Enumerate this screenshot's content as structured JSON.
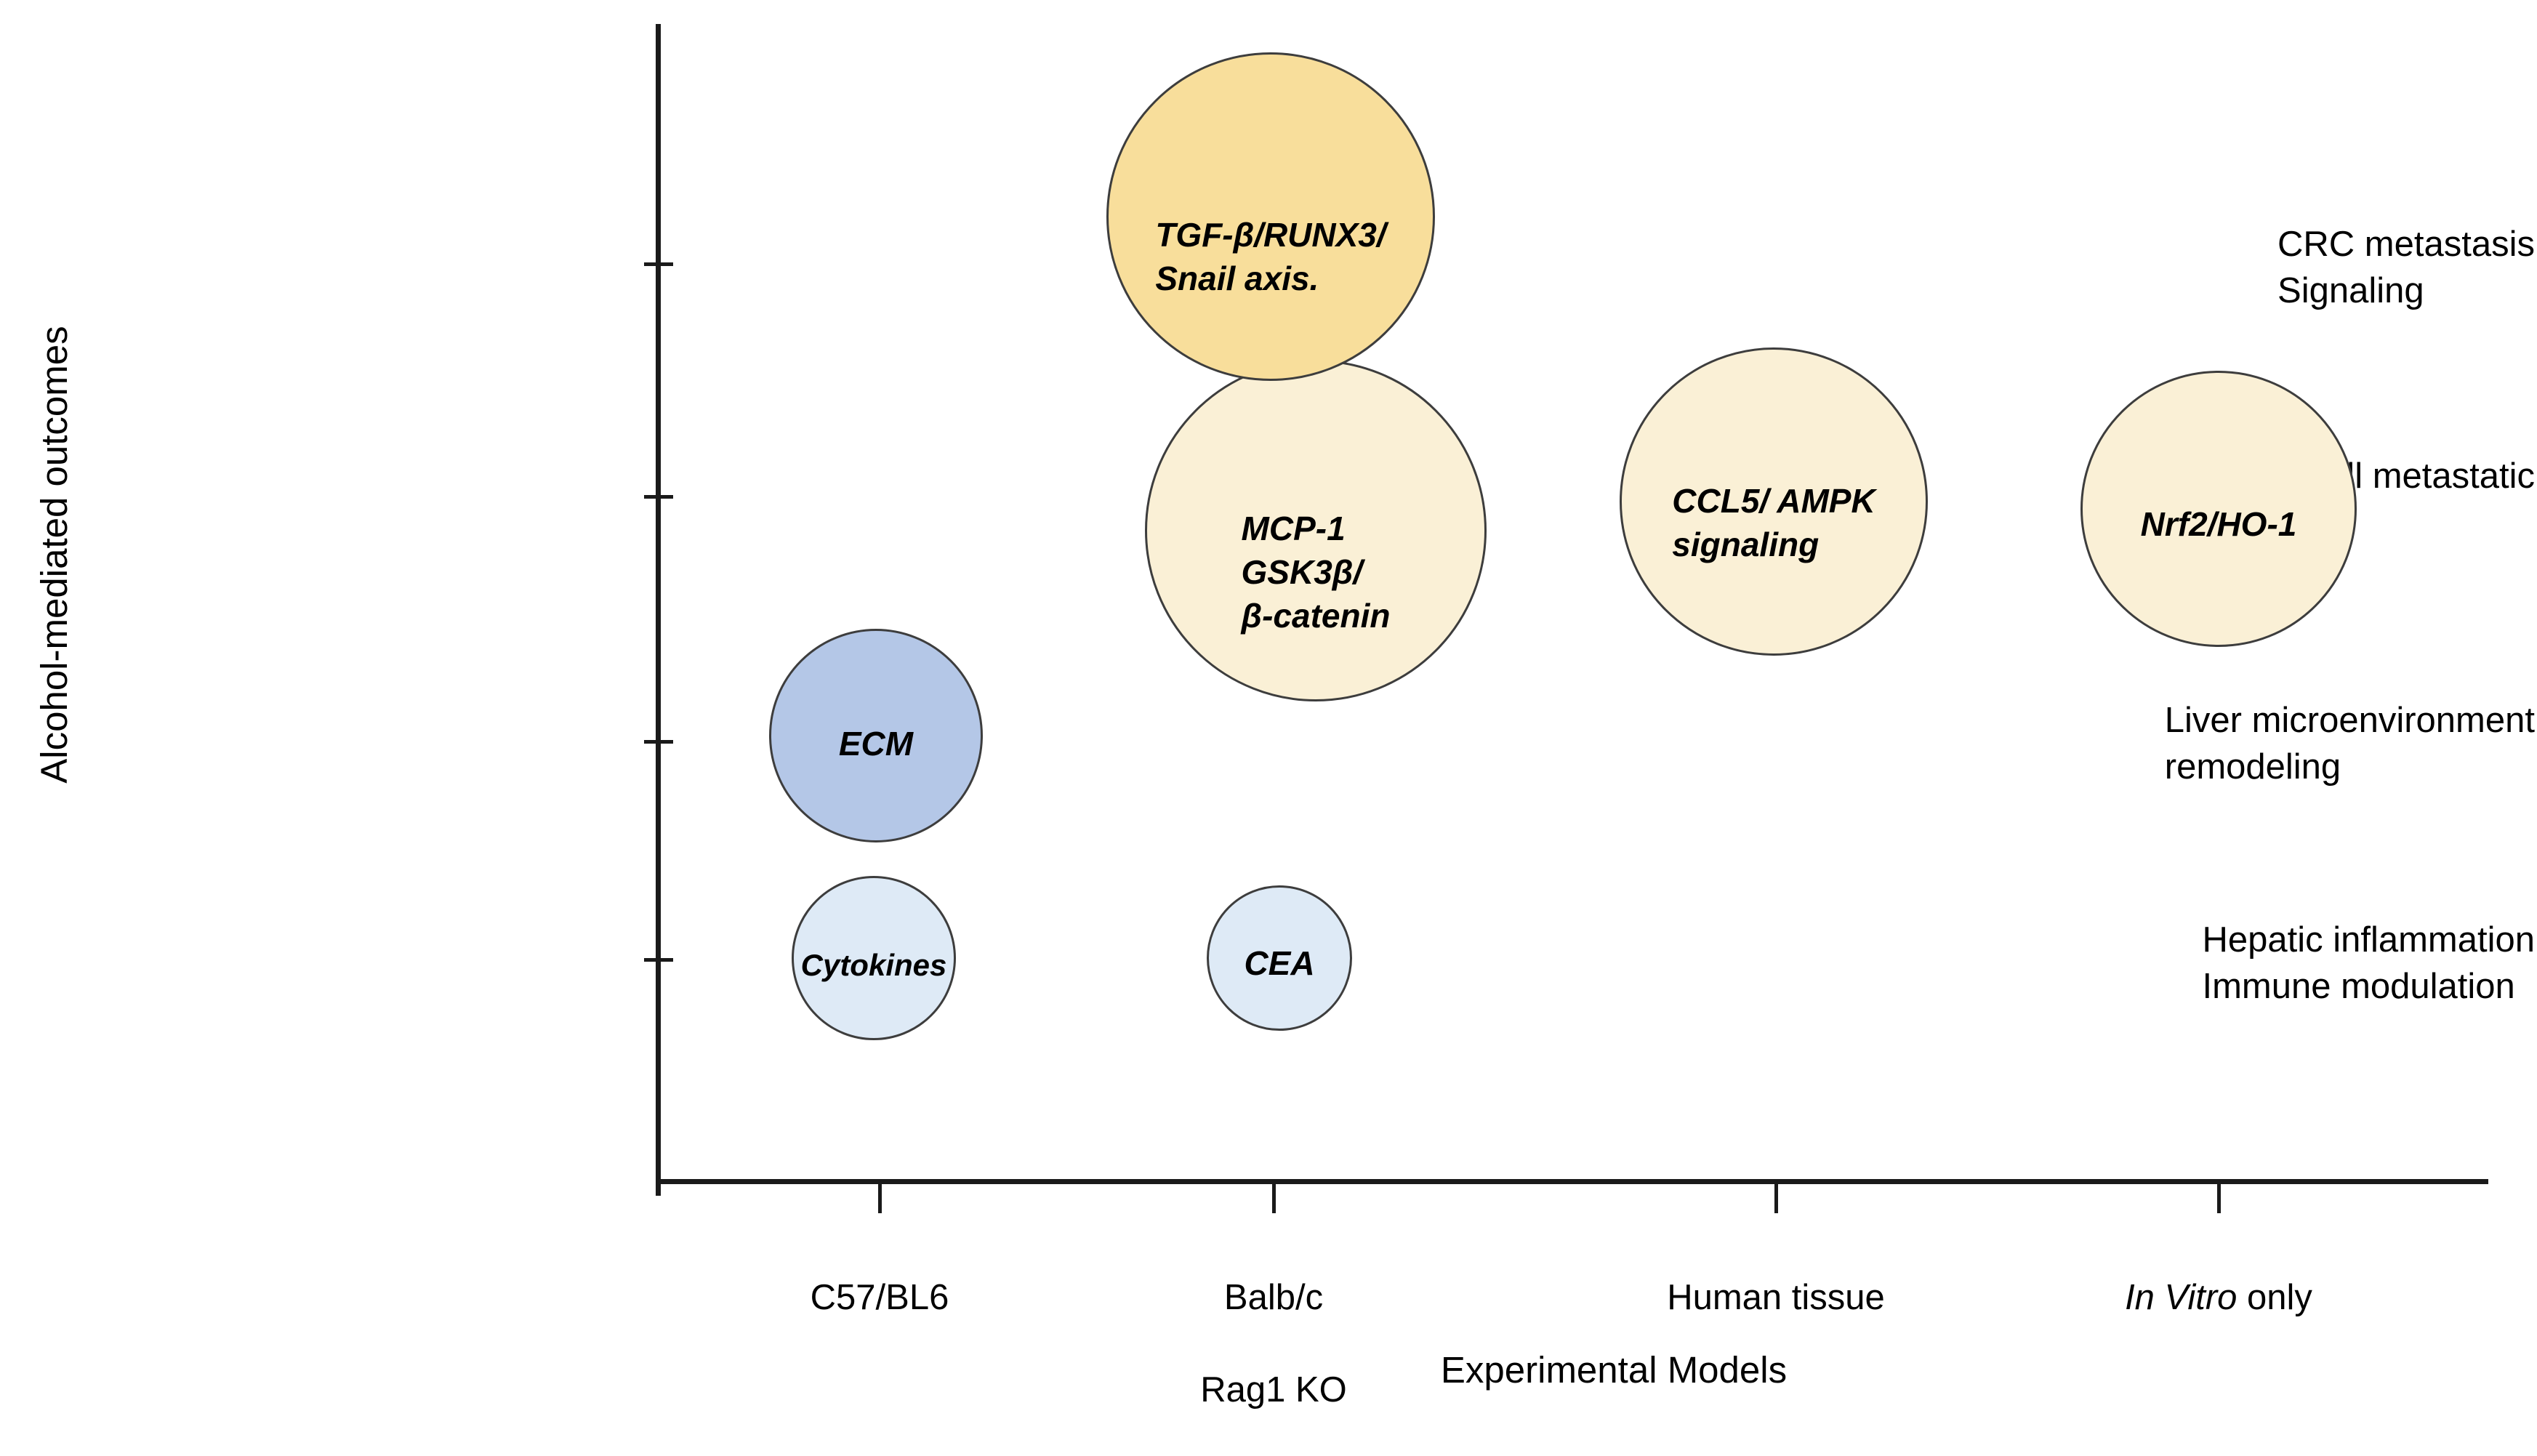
{
  "chart_data": {
    "type": "scatter",
    "title": "",
    "xlabel": "Experimental Models",
    "ylabel": "Alcohol-mediated outcomes",
    "legend": "none",
    "grid": false,
    "x_categories": [
      "C57/BL6",
      "Balb/c\nRag1 KO",
      "Human tissue",
      "In Vitro only"
    ],
    "y_categories": [
      "Hepatic inflammation\nImmune modulation",
      "Liver microenvironment\nremodeling",
      "Tumor cell metastatic\nproperties",
      "CRC metastasis\nSignaling"
    ],
    "points": [
      {
        "label": "Cytokines",
        "x_category": "C57/BL6",
        "y_category": "Hepatic inflammation Immune modulation",
        "size": "small",
        "radius_px": 113,
        "color": "#DEEAF6"
      },
      {
        "label": "ECM",
        "x_category": "C57/BL6",
        "y_category": "Liver microenvironment remodeling",
        "size": "medium",
        "radius_px": 147,
        "color": "#B4C7E7"
      },
      {
        "label": "CEA",
        "x_category": "Balb/c Rag1 KO",
        "y_category": "Hepatic inflammation Immune modulation",
        "size": "small",
        "radius_px": 100,
        "color": "#DEEAF6"
      },
      {
        "label": "MCP-1\nGSK3β/\nβ-catenin",
        "x_category": "Balb/c Rag1 KO",
        "y_category": "Tumor cell metastatic properties",
        "size": "large",
        "radius_px": 235,
        "color": "#FAF0D6"
      },
      {
        "label": "TGF-β/RUNX3/\nSnail axis.",
        "x_category": "Balb/c Rag1 KO",
        "y_category": "CRC metastasis Signaling",
        "size": "large",
        "radius_px": 226,
        "color": "#F8DE9B"
      },
      {
        "label": "CCL5/ AMPK\nsignaling",
        "x_category": "Human tissue",
        "y_category": "Tumor cell metastatic properties",
        "size": "large",
        "radius_px": 212,
        "color": "#FAF0D6"
      },
      {
        "label": "Nrf2/HO-1",
        "x_category": "In Vitro only",
        "y_category": "Tumor cell metastatic properties",
        "size": "medium",
        "radius_px": 190,
        "color": "#FAF0D6"
      }
    ],
    "colors": {
      "bubble_stroke": "#3D3D3D",
      "axis": "#1A1A1A",
      "blue_dark": "#B4C7E7",
      "blue_light": "#DEEAF6",
      "yellow_dark": "#F8DE9B",
      "yellow_light": "#FAF0D6"
    }
  },
  "axes": {
    "y_title": "Alcohol-mediated outcomes",
    "x_title": "Experimental Models",
    "y_labels": [
      "CRC metastasis\nSignaling",
      "Tumor cell metastatic\nproperties",
      "Liver microenvironment\nremodeling",
      "Hepatic inflammation\nImmune modulation"
    ],
    "x_labels": [
      {
        "line1": "C57/BL6",
        "line2": ""
      },
      {
        "line1": "Balb/c",
        "line2": "Rag1 KO"
      },
      {
        "line1": "Human tissue",
        "line2": ""
      },
      {
        "line1": "In Vitro",
        "line2": " only"
      }
    ]
  },
  "bubbles": {
    "tgf": {
      "label": "TGF-β/RUNX3/\nSnail axis."
    },
    "mcp": {
      "label": "MCP-1\nGSK3β/\nβ-catenin"
    },
    "ccl5": {
      "label": "CCL5/ AMPK\nsignaling"
    },
    "nrf2": {
      "label": "Nrf2/HO-1"
    },
    "ecm": {
      "label": "ECM"
    },
    "cytokines": {
      "label": "Cytokines"
    },
    "cea": {
      "label": "CEA"
    }
  }
}
